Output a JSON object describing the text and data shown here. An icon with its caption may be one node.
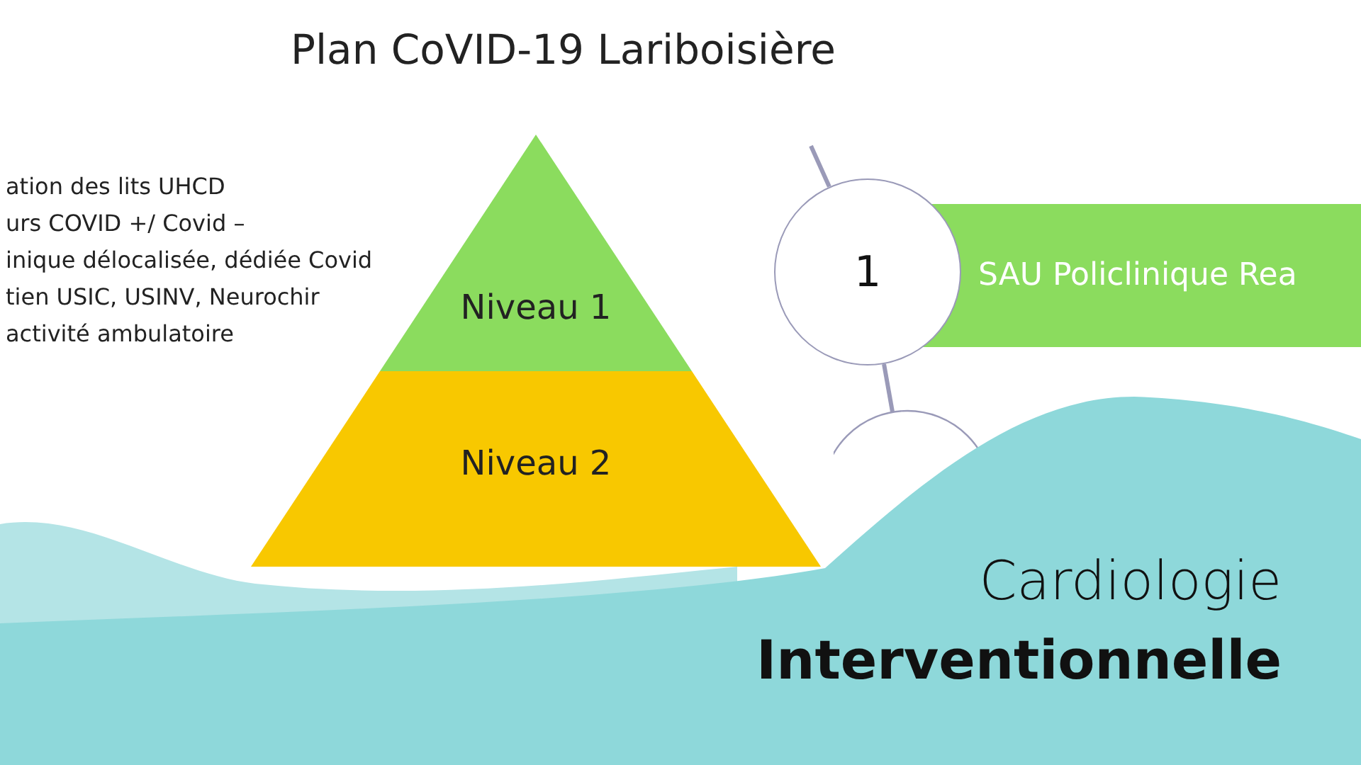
{
  "diagram": {
    "title": "Plan CoVID-19 Lariboisière",
    "nodes": [
      {
        "text": [
          "Niveau 1"
        ]
      },
      {
        "text": [
          "Niveau 2"
        ]
      },
      {
        "text": [
          "1"
        ]
      },
      {
        "text": [
          "SAU Policlinique Rea"
        ]
      },
      {
        "text": [],
        "shape": "circle"
      }
    ],
    "edges": [
      {
        "from": null,
        "to": 2,
        "arrow": "none"
      },
      {
        "from": 2,
        "to": 4,
        "arrow": "none"
      }
    ],
    "labels": [
      "ation des lits UHCD",
      "urs COVID +/ Covid –",
      "inique délocalisée, dédiée Covid",
      "tien USIC, USINV, Neurochir",
      "activité ambulatoire",
      "Cardiologie",
      "Interventionnelle"
    ]
  }
}
